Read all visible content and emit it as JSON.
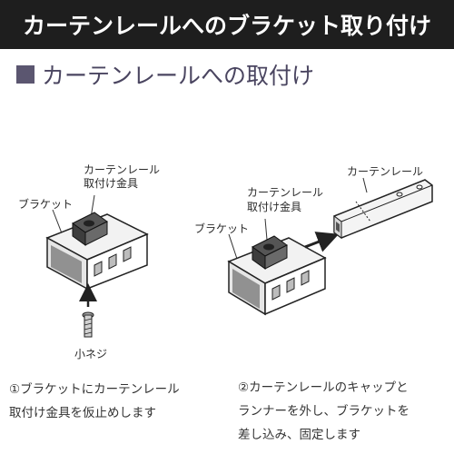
{
  "title": "カーテンレールへのブラケット取り付け",
  "section_heading": "カーテンレールへの取付け",
  "figure_left": {
    "label_bracket": "ブラケット",
    "label_fitting_line1": "カーテンレール",
    "label_fitting_line2": "取付け金具",
    "label_screw": "小ネジ"
  },
  "figure_right": {
    "label_bracket": "ブラケット",
    "label_fitting_line1": "カーテンレール",
    "label_fitting_line2": "取付け金具",
    "label_rail": "カーテンレール"
  },
  "step1": {
    "line1": "①ブラケットにカーテンレール",
    "line2": "取付け金具を仮止めします"
  },
  "step2": {
    "line1": "②カーテンレールのキャップと",
    "line2": "ランナーを外し、ブラケットを",
    "line3": "差し込み、固定します"
  },
  "colors": {
    "title_bar_bg": "#1e1e1e",
    "heading_color": "#4a4560",
    "heading_square": "#5b5670"
  }
}
